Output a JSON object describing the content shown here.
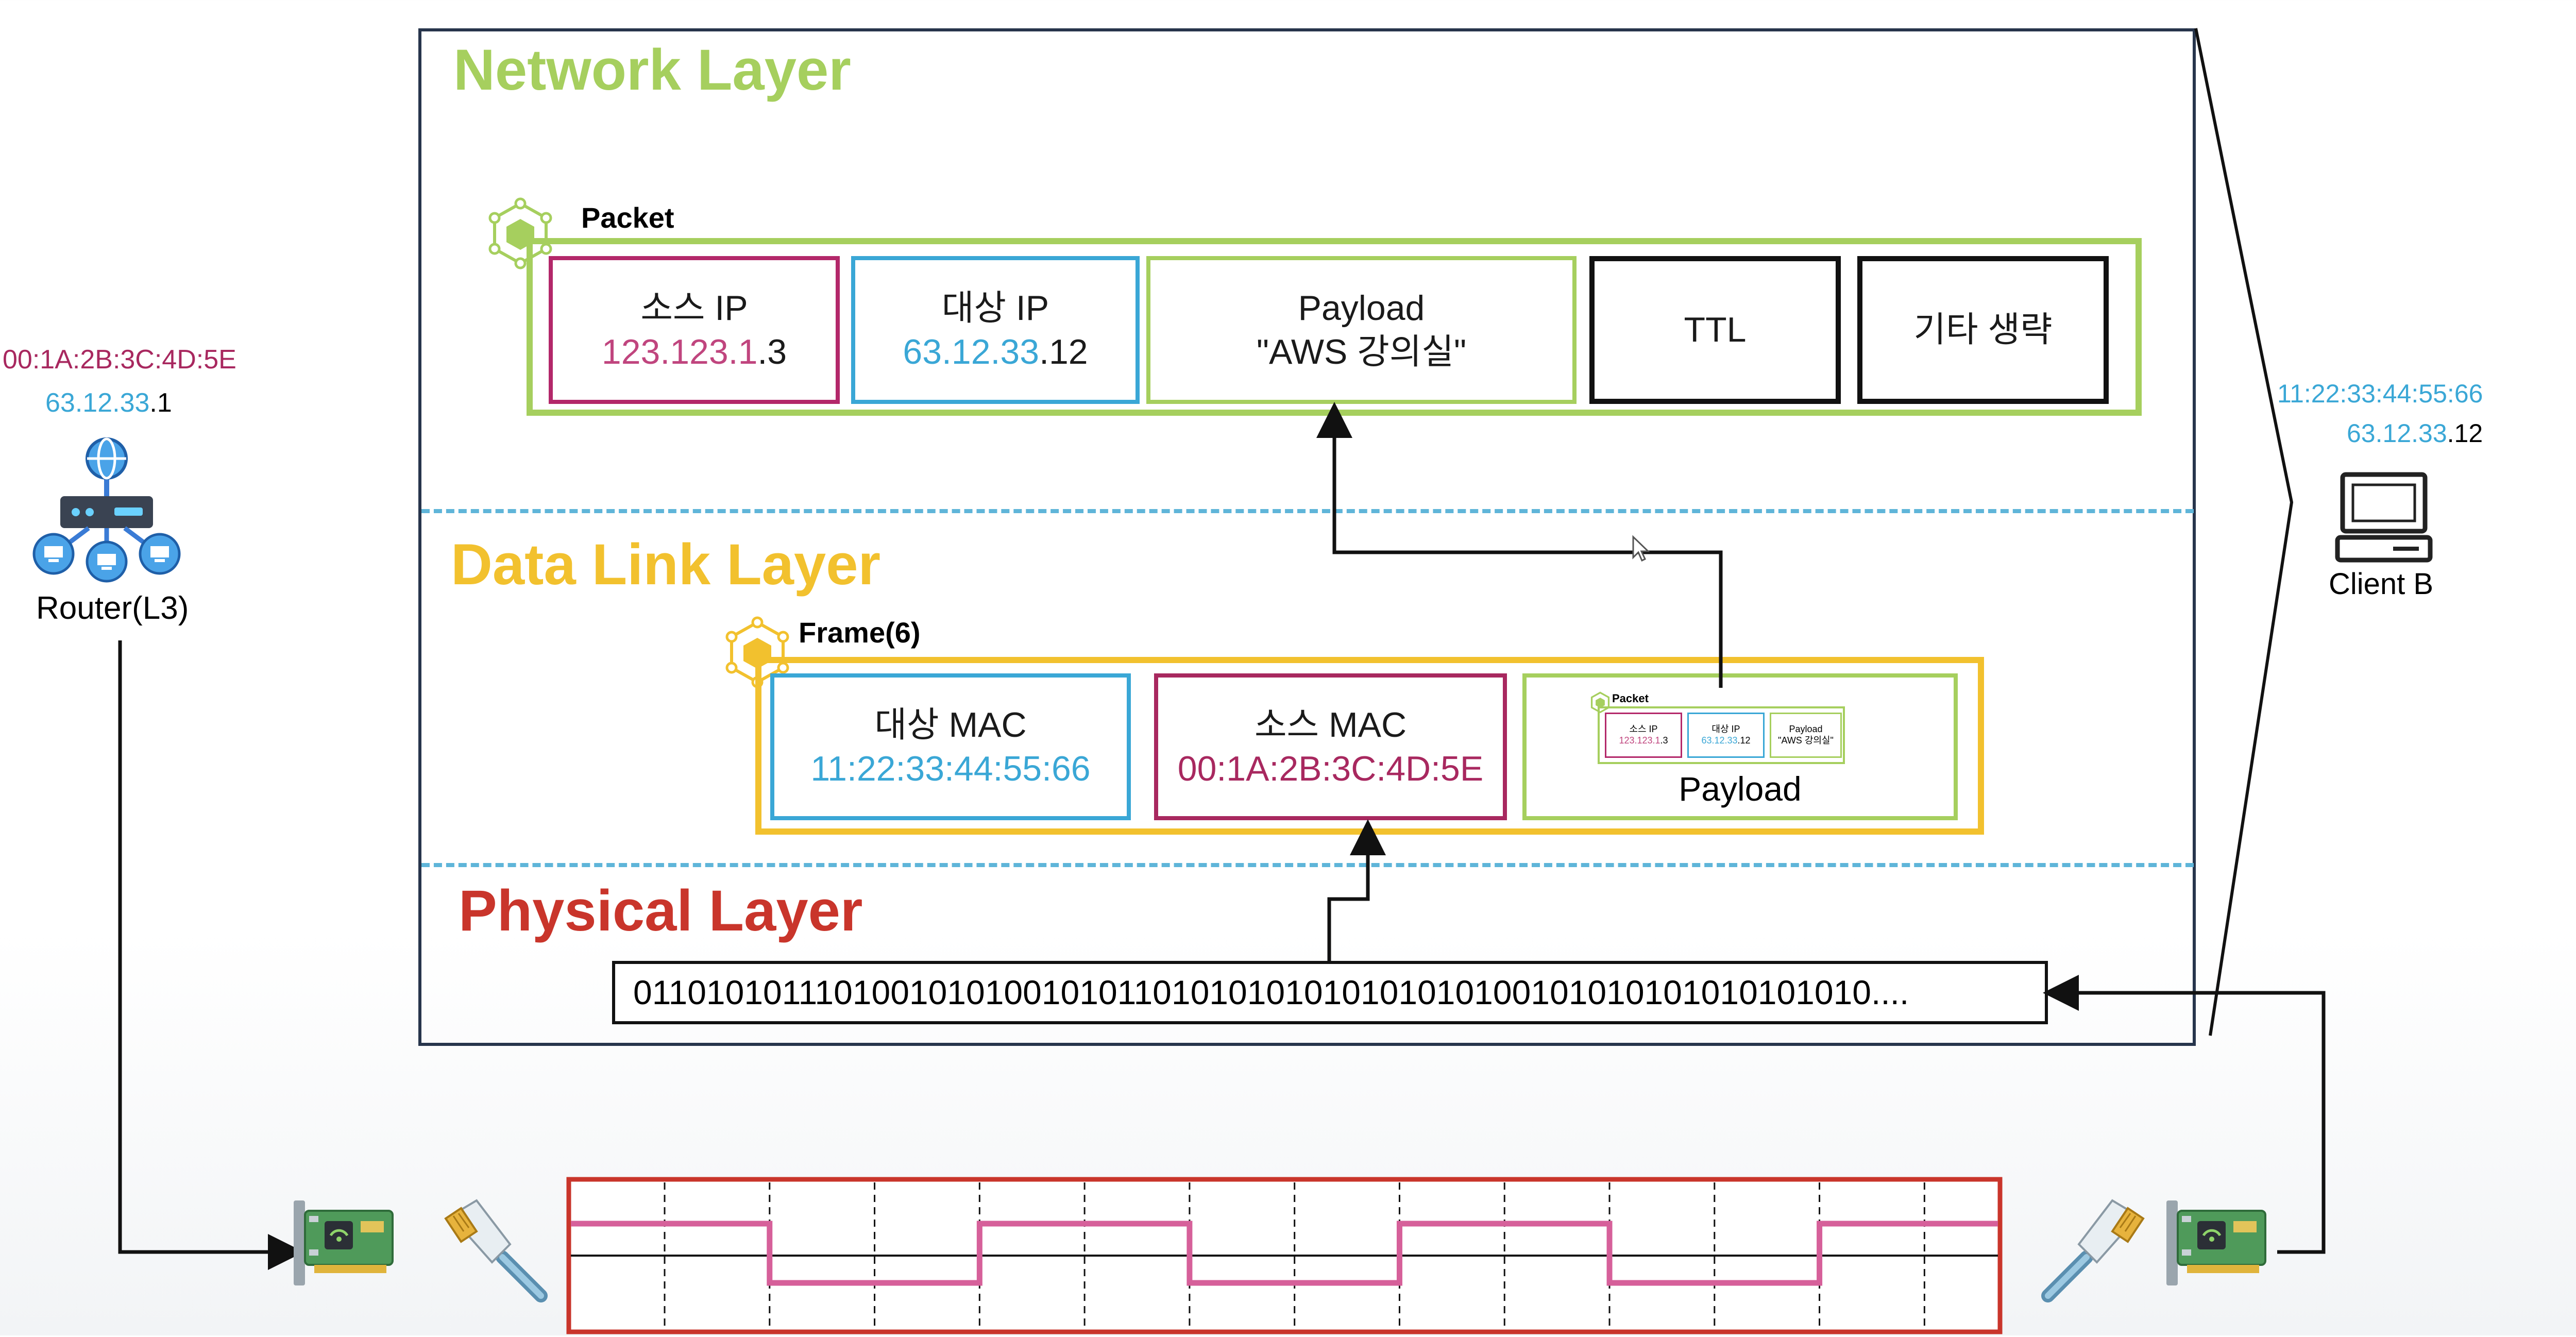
{
  "layers": {
    "network": "Network Layer",
    "data_link": "Data Link Layer",
    "physical": "Physical Layer"
  },
  "packet": {
    "label": "Packet",
    "source_ip_title": "소스 IP",
    "source_ip_prefix": "123.123.1",
    "source_ip_suffix": ".3",
    "dest_ip_title": "대상 IP",
    "dest_ip_prefix": "63.12.33",
    "dest_ip_suffix": ".12",
    "payload_title": "Payload",
    "payload_value": "\"AWS 강의실\"",
    "ttl": "TTL",
    "other": "기타 생략"
  },
  "frame": {
    "label": "Frame(6)",
    "dest_mac_title": "대상 MAC",
    "dest_mac_value": "11:22:33:44:55:66",
    "src_mac_title": "소스 MAC",
    "src_mac_value": "00:1A:2B:3C:4D:5E",
    "payload_label": "Payload",
    "mini_packet": {
      "label": "Packet",
      "src_title": "소스 IP",
      "src_prefix": "123.123.1",
      "src_suffix": ".3",
      "dst_title": "대상 IP",
      "dst_prefix": "63.12.33",
      "dst_suffix": ".12",
      "payload_title": "Payload",
      "payload_value": "\"AWS 강의실\""
    }
  },
  "physical": {
    "bits": "011010101110100101010010101101010101010101010100101010101010101010...."
  },
  "router": {
    "mac": "00:1A:2B:3C:4D:5E",
    "ip_prefix": "63.12.33",
    "ip_suffix": ".1",
    "label": "Router(L3)"
  },
  "client": {
    "mac": "11:22:33:44:55:66",
    "ip_prefix": "63.12.33",
    "ip_suffix": ".12",
    "label": "Client B"
  },
  "colors": {
    "network": "#a6cf5e",
    "data_link": "#f2c12e",
    "physical": "#c9352b",
    "pink": "#c0457e",
    "blue": "#3aa7d6",
    "frame_border": "#27354c",
    "signal": "#d6609a"
  },
  "icons": [
    "network-cube-icon",
    "router-icon",
    "computer-icon",
    "network-card-icon",
    "ethernet-cable-icon",
    "cursor-icon"
  ],
  "signal_levels": [
    1,
    0,
    0,
    1,
    1,
    0,
    0,
    1,
    1,
    0,
    0,
    1,
    1
  ]
}
